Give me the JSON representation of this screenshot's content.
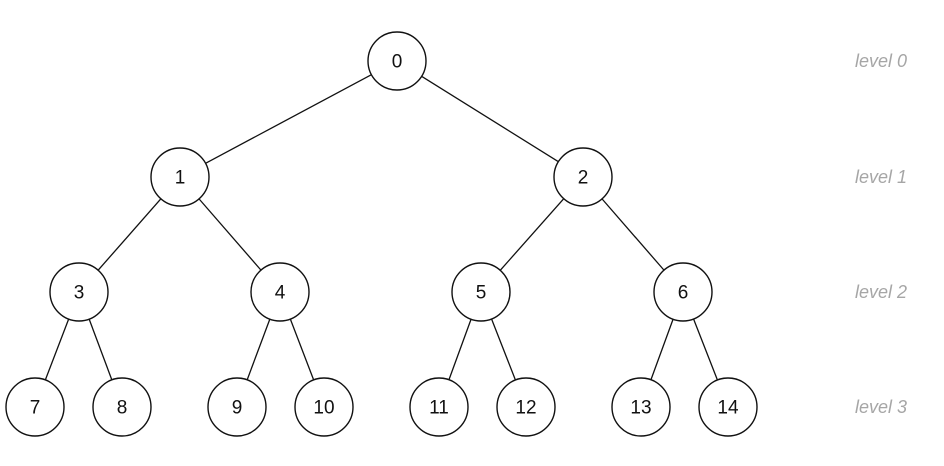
{
  "tree": {
    "nodes": [
      {
        "id": 0,
        "label": "0"
      },
      {
        "id": 1,
        "label": "1"
      },
      {
        "id": 2,
        "label": "2"
      },
      {
        "id": 3,
        "label": "3"
      },
      {
        "id": 4,
        "label": "4"
      },
      {
        "id": 5,
        "label": "5"
      },
      {
        "id": 6,
        "label": "6"
      },
      {
        "id": 7,
        "label": "7"
      },
      {
        "id": 8,
        "label": "8"
      },
      {
        "id": 9,
        "label": "9"
      },
      {
        "id": 10,
        "label": "10"
      },
      {
        "id": 11,
        "label": "11"
      },
      {
        "id": 12,
        "label": "12"
      },
      {
        "id": 13,
        "label": "13"
      },
      {
        "id": 14,
        "label": "14"
      }
    ],
    "edges": [
      [
        0,
        1
      ],
      [
        0,
        2
      ],
      [
        1,
        3
      ],
      [
        1,
        4
      ],
      [
        2,
        5
      ],
      [
        2,
        6
      ],
      [
        3,
        7
      ],
      [
        3,
        8
      ],
      [
        4,
        9
      ],
      [
        4,
        10
      ],
      [
        5,
        11
      ],
      [
        5,
        12
      ],
      [
        6,
        13
      ],
      [
        6,
        14
      ]
    ]
  },
  "levels": [
    {
      "label": "level 0"
    },
    {
      "label": "level 1"
    },
    {
      "label": "level 2"
    },
    {
      "label": "level 3"
    }
  ],
  "colors": {
    "stroke": "#111111",
    "node_fill": "#ffffff",
    "level_label": "#a6a6a6"
  }
}
